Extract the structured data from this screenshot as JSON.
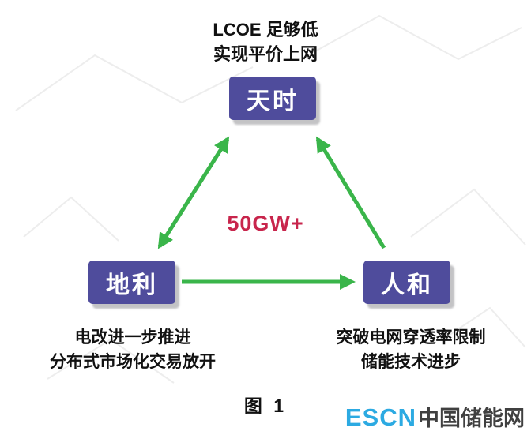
{
  "figure": {
    "title": "图 1",
    "top_caption": {
      "line1": "LCOE 足够低",
      "line2": "实现平价上网"
    },
    "nodes": {
      "top": "天时",
      "left": "地利",
      "right": "人和"
    },
    "center_label": "50GW+",
    "left_caption": {
      "line1": "电改进一步推进",
      "line2": "分布式市场化交易放开"
    },
    "right_caption": {
      "line1": "突破电网穿透率限制",
      "line2": "储能技术进步"
    },
    "colors": {
      "node_background": "#4f4c9c",
      "node_text": "#ffffff",
      "arrow_green": "#3ab54a",
      "center_label_red": "#c8254c",
      "caption_text": "#111111"
    }
  },
  "logo": {
    "escn": "ESCN",
    "site_name": "中国储能网",
    "escn_color": "#2caae2",
    "site_color": "#404040"
  }
}
